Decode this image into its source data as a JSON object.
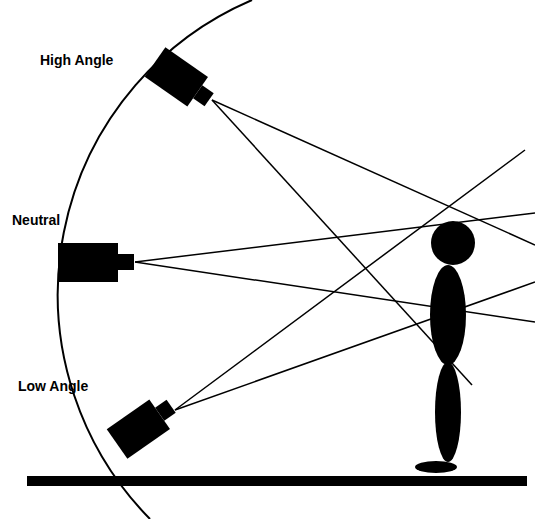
{
  "diagram": {
    "labels": [
      "High Angle",
      "Neutral",
      "Low Angle"
    ]
  }
}
